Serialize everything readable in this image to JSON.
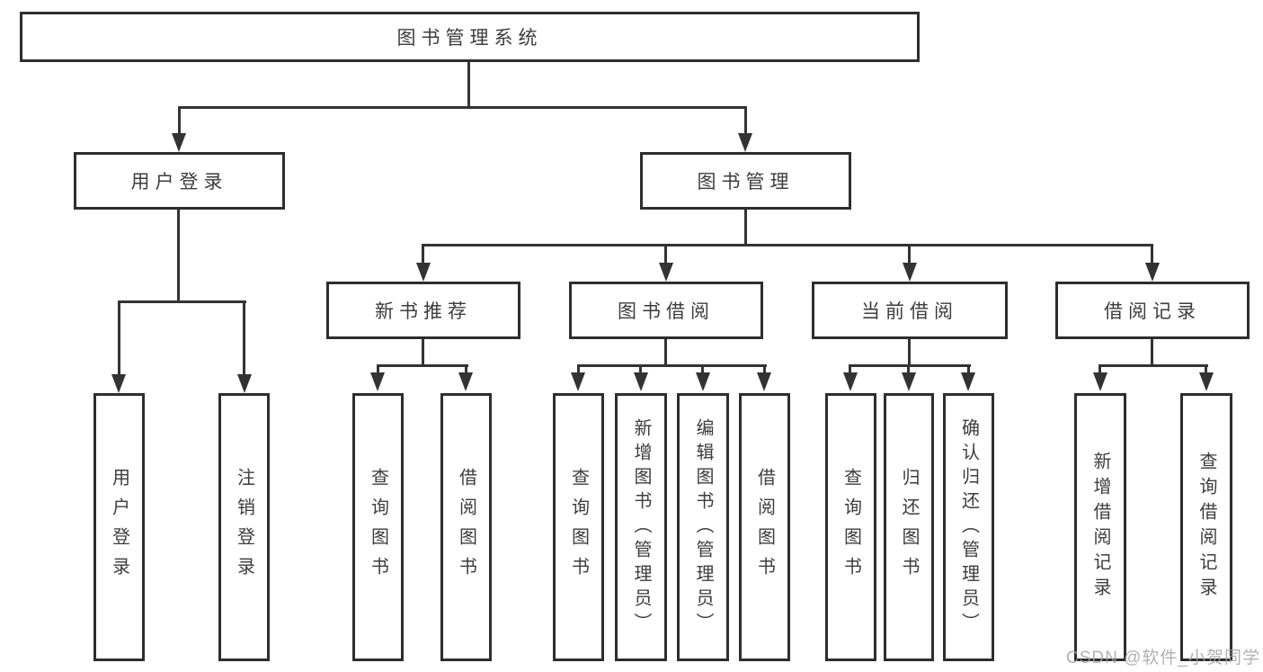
{
  "diagram": {
    "root": {
      "label": "图书管理系统",
      "children": [
        {
          "label": "用户登录",
          "children": [
            {
              "label": "用户登录"
            },
            {
              "label": "注销登录"
            }
          ]
        },
        {
          "label": "图书管理",
          "children": [
            {
              "label": "新书推荐",
              "children": [
                {
                  "label": "查询图书"
                },
                {
                  "label": "借阅图书"
                }
              ]
            },
            {
              "label": "图书借阅",
              "children": [
                {
                  "label": "查询图书"
                },
                {
                  "label": "新增图书（管理员）"
                },
                {
                  "label": "编辑图书（管理员）"
                },
                {
                  "label": "借阅图书"
                }
              ]
            },
            {
              "label": "当前借阅",
              "children": [
                {
                  "label": "查询图书"
                },
                {
                  "label": "归还图书"
                },
                {
                  "label": "确认归还（管理员）"
                }
              ]
            },
            {
              "label": "借阅记录",
              "children": [
                {
                  "label": "新增借阅记录"
                },
                {
                  "label": "查询借阅记录"
                }
              ]
            }
          ]
        }
      ]
    }
  },
  "watermark": {
    "text": "CSDN @软件_小贺同学"
  },
  "colors": {
    "line": "#333333",
    "border": "#2e2e2e",
    "text": "#3d3d3d",
    "watermark": "#9ea4a8",
    "background": "#ffffff"
  }
}
